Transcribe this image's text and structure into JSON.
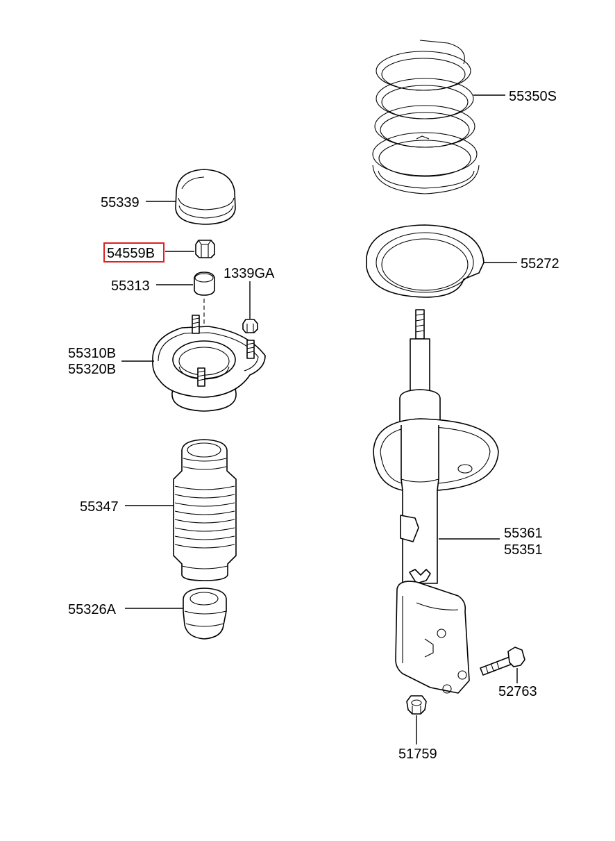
{
  "diagram": {
    "highlight_color": "#e01f1f",
    "parts": [
      {
        "id": "coil_spring",
        "label": "55350S"
      },
      {
        "id": "spring_seat",
        "label": "55272"
      },
      {
        "id": "dust_cap",
        "label": "55339"
      },
      {
        "id": "lock_nut",
        "label": "54559B",
        "highlighted": true
      },
      {
        "id": "bushing",
        "label": "55313"
      },
      {
        "id": "flange_nut",
        "label": "1339GA"
      },
      {
        "id": "strut_mount",
        "label": "55310B",
        "label2": "55320B"
      },
      {
        "id": "dust_boot",
        "label": "55347"
      },
      {
        "id": "bump_stopper",
        "label": "55326A"
      },
      {
        "id": "strut_assembly",
        "label": "55361",
        "label2": "55351"
      },
      {
        "id": "bolt",
        "label": "52763"
      },
      {
        "id": "nut",
        "label": "51759"
      }
    ]
  }
}
